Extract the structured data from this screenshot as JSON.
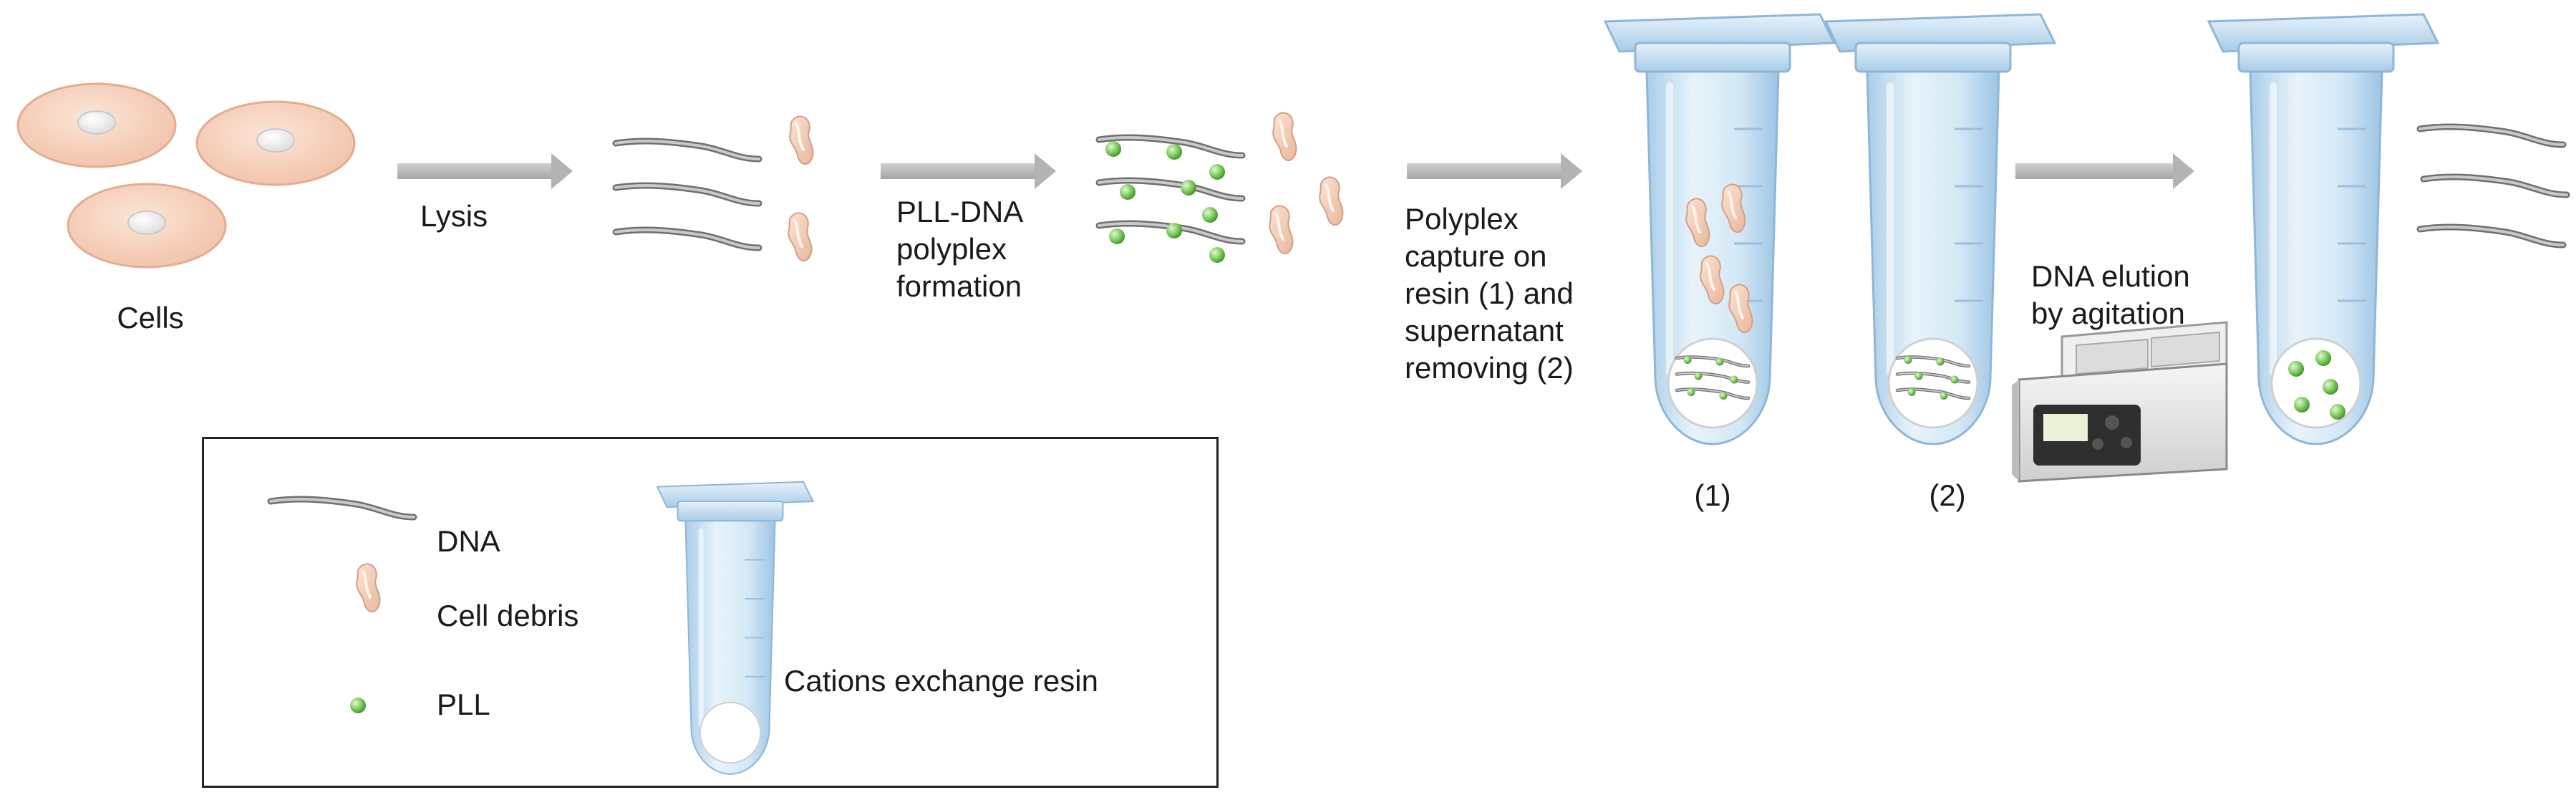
{
  "steps": {
    "cells_label": "Cells",
    "lysis_label": "Lysis",
    "polyplex_formation_label": [
      "PLL-DNA",
      "polyplex",
      "formation"
    ],
    "capture_label": [
      "Polyplex",
      "capture on",
      "resin (1) and",
      "supernatant",
      "removing (2)"
    ],
    "tube1_label": "(1)",
    "tube2_label": "(2)",
    "elution_label": [
      "DNA elution",
      "by agitation"
    ]
  },
  "legend": {
    "dna": "DNA",
    "cell_debris": "Cell debris",
    "pll": "PLL",
    "resin": "Cations exchange resin"
  },
  "colors": {
    "cell_fill": "#f6d2bd",
    "cell_edge": "#e6b59c",
    "arrow": "#b3b3b3",
    "dna_strand": "#8c8c8c",
    "pll_bead": "#6cc24a",
    "tube": "#cfe4f4",
    "resin": "#ffffff"
  }
}
